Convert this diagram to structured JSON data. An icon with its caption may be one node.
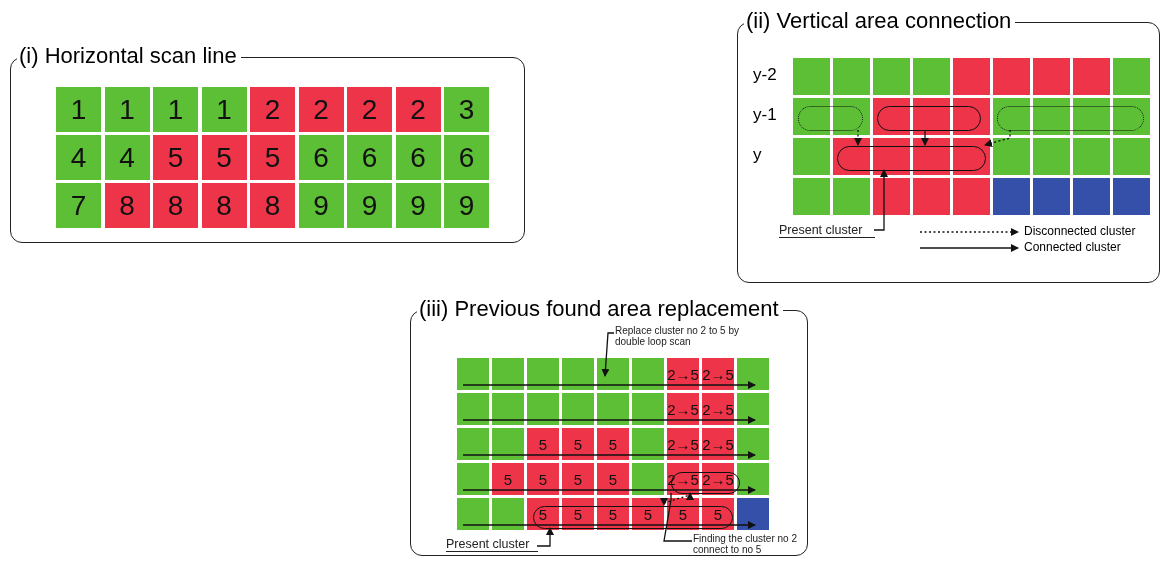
{
  "diagram": {
    "nodes": [
      {
        "text": [
          "(i) Horizontal scan line"
        ]
      },
      {
        "text": [
          "(ii) Vertical area connection"
        ]
      },
      {
        "text": [],
        "shape": "box",
        "in": 1
      },
      {
        "text": [],
        "shape": "box",
        "in": 1
      },
      {
        "text": [],
        "shape": "box",
        "in": 1
      },
      {
        "text": [],
        "shape": "box",
        "in": 1
      },
      {
        "text": [
          "Present cluster"
        ],
        "in": 1
      },
      {
        "text": [
          "(iii) Previous found area replacement"
        ]
      },
      {
        "text": [
          "Replace cluster no 2 to 5 by double loop scan"
        ],
        "in": 7
      },
      {
        "text": [],
        "shape": "box",
        "in": 7
      },
      {
        "text": [],
        "shape": "box",
        "in": 7
      },
      {
        "text": [
          "Present cluster"
        ],
        "in": 7
      },
      {
        "text": [
          "Finding the cluster no 2 connect to no 5"
        ],
        "in": 7
      }
    ],
    "edges": [
      {
        "from": 2,
        "to": 5,
        "arrow": "to",
        "style": "dashed"
      },
      {
        "from": 3,
        "to": 5,
        "arrow": "to"
      },
      {
        "from": 4,
        "to": 5,
        "arrow": "to",
        "style": "dashed"
      },
      {
        "from": 6,
        "to": 5,
        "arrow": "to"
      },
      {
        "from": 8,
        "to": null,
        "arrow": "to"
      },
      {
        "from": 11,
        "to": 10,
        "arrow": "to"
      },
      {
        "from": 9,
        "to": 10,
        "arrow": "both",
        "style": "dashed"
      },
      {
        "from": 12,
        "to": 9,
        "arrow": "none"
      }
    ],
    "labels": [
      "1",
      "1",
      "1",
      "1",
      "2",
      "2",
      "2",
      "2",
      "3",
      "4",
      "4",
      "5",
      "5",
      "5",
      "6",
      "6",
      "6",
      "6",
      "7",
      "8",
      "8",
      "8",
      "8",
      "9",
      "9",
      "9",
      "9",
      "y-2",
      "y-1",
      "y",
      "2→5",
      "2→5",
      "2→5",
      "2→5",
      "5",
      "5",
      "5",
      "2→5",
      "2→5",
      "5",
      "5",
      "5",
      "5",
      "2→5",
      "2→5",
      "5",
      "5",
      "5",
      "5",
      "5",
      "5"
    ],
    "legend": [
      {
        "text": "Disconnected cluster"
      },
      {
        "text": "Connected cluster"
      }
    ]
  }
}
